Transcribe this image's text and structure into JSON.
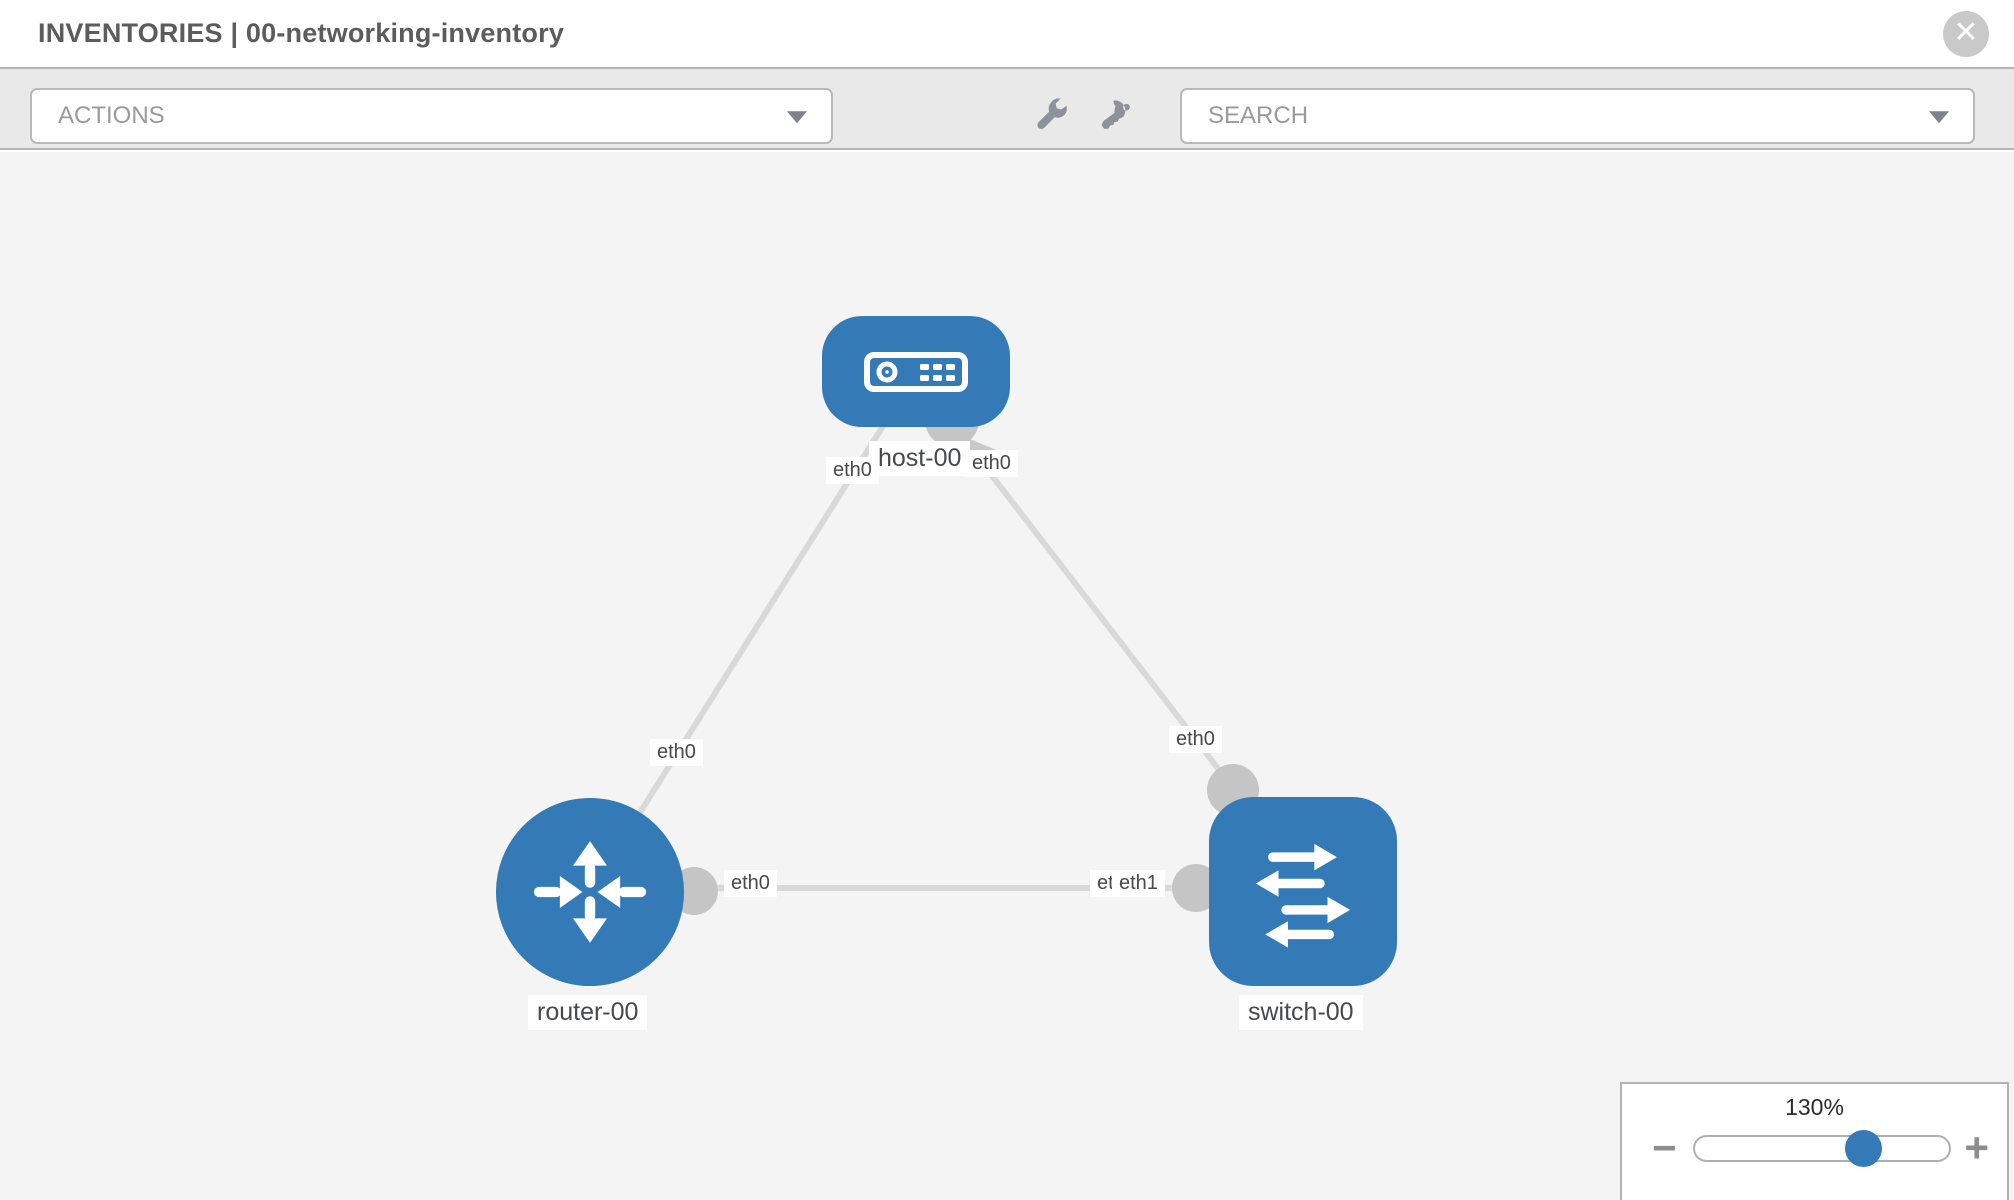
{
  "header": {
    "title": "INVENTORIES | 00-networking-inventory"
  },
  "toolbar": {
    "actions_label": "ACTIONS",
    "search_placeholder": "SEARCH",
    "wrench_icon": "wrench",
    "key_icon": "key"
  },
  "topology": {
    "nodes": [
      {
        "id": "host-00",
        "label": "host-00",
        "type": "host"
      },
      {
        "id": "router-00",
        "label": "router-00",
        "type": "router"
      },
      {
        "id": "switch-00",
        "label": "switch-00",
        "type": "switch"
      }
    ],
    "links": [
      {
        "from": "host-00",
        "to": "router-00",
        "from_interface": "eth0",
        "to_interface": "eth0"
      },
      {
        "from": "host-00",
        "to": "switch-00",
        "from_interface": "eth0",
        "to_interface": "eth0"
      },
      {
        "from": "router-00",
        "to": "switch-00",
        "from_interface": "eth0",
        "to_interface": "eth1",
        "to_interface_overlapped": "eth0"
      }
    ],
    "interface_labels": {
      "host_router_host": "eth0",
      "host_router_router": "eth0",
      "host_switch_host": "eth0",
      "host_switch_switch": "eth0",
      "router_switch_router": "eth0",
      "router_switch_switch_hidden": "eth0",
      "router_switch_switch": "eth1"
    }
  },
  "zoom_control": {
    "value": "130%",
    "minus_label": "−",
    "plus_label": "+"
  },
  "colors": {
    "node_blue": "#337ab7",
    "link_gray": "#d9d9d9",
    "port_gray": "#c5c5c5",
    "canvas_bg": "#f4f4f4",
    "toolbar_bg": "#e9e9e9"
  }
}
